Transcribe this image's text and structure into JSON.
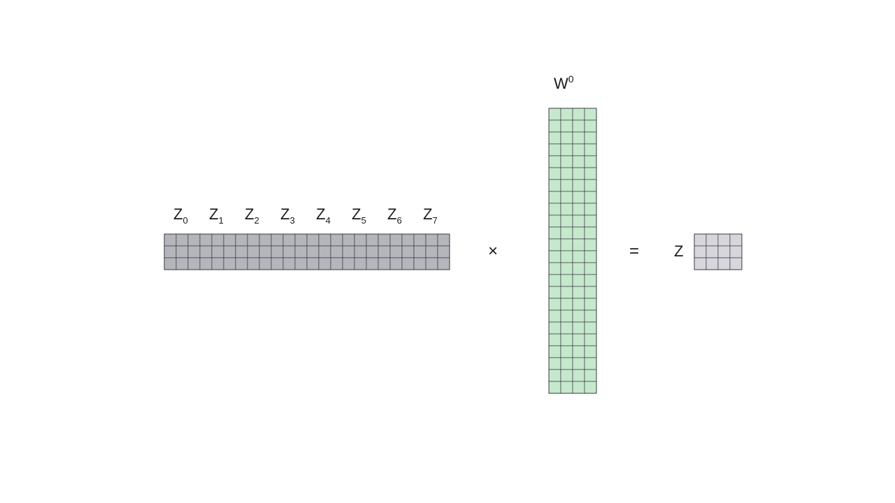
{
  "matrices": {
    "concat": {
      "head_labels": [
        {
          "base": "Z",
          "sub": "0"
        },
        {
          "base": "Z",
          "sub": "1"
        },
        {
          "base": "Z",
          "sub": "2"
        },
        {
          "base": "Z",
          "sub": "3"
        },
        {
          "base": "Z",
          "sub": "4"
        },
        {
          "base": "Z",
          "sub": "5"
        },
        {
          "base": "Z",
          "sub": "6"
        },
        {
          "base": "Z",
          "sub": "7"
        }
      ],
      "rows": 3,
      "cols": 24,
      "fill": "#b4b6bc",
      "stroke": "#2a2d33"
    },
    "weights": {
      "label": {
        "base": "W",
        "sup": "0"
      },
      "rows": 24,
      "cols": 4,
      "fill": "#c6e8cd",
      "stroke": "#2a2d33"
    },
    "output": {
      "label": "Z",
      "rows": 3,
      "cols": 4,
      "fill": "#d6d6dc",
      "stroke": "#2a2d33"
    }
  },
  "operators": {
    "multiply": "×",
    "equals": "="
  }
}
